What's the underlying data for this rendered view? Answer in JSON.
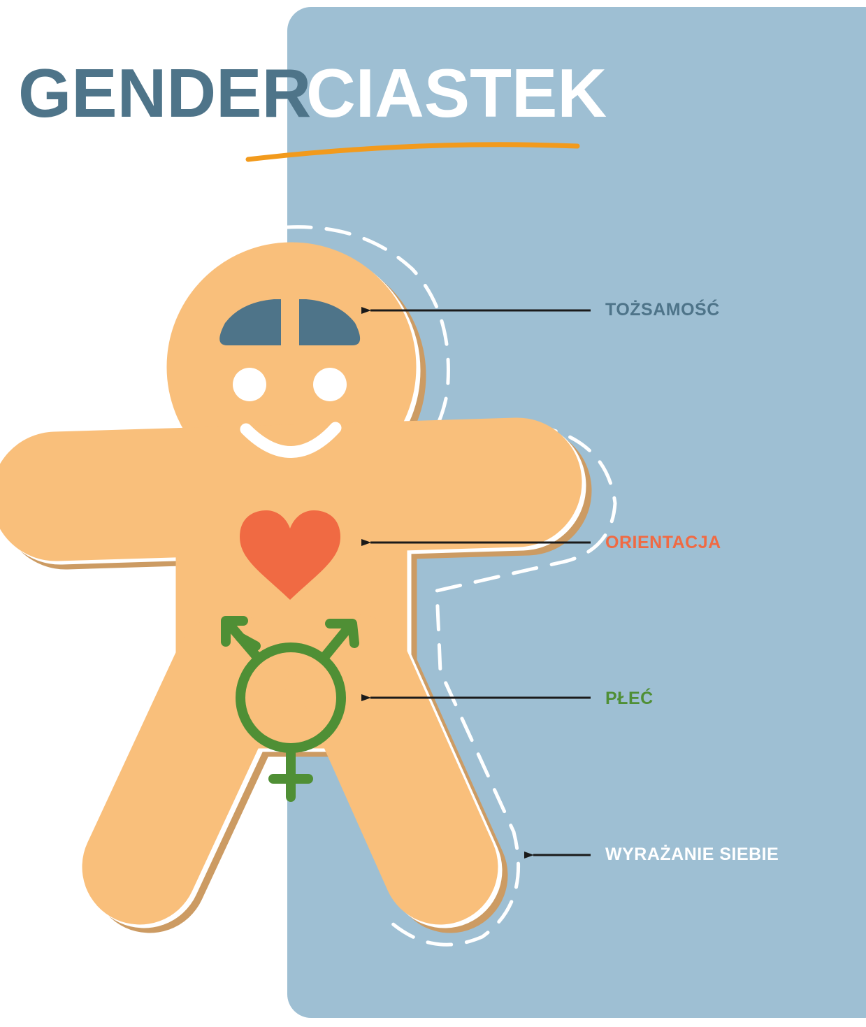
{
  "title": {
    "part1": "GENDER",
    "part2": "CIASTEK"
  },
  "labels": [
    {
      "key": "identity",
      "text": "TOŻSAMOŚĆ",
      "color": "#4e7489"
    },
    {
      "key": "orientation",
      "text": "ORIENTACJA",
      "color": "#f06a43"
    },
    {
      "key": "sex",
      "text": "PŁEĆ",
      "color": "#4f8f35"
    },
    {
      "key": "expression",
      "text": "WYRAŻANIE SIEBIE",
      "color": "#ffffff"
    }
  ],
  "colors": {
    "panel": "#9ebfd3",
    "title_dark": "#4e7489",
    "accent_underline": "#f29a1c",
    "cookie": "#f9bf7b",
    "cookie_shadow": "#cc9b63",
    "brain": "#4e7489",
    "heart": "#f06a43",
    "symbol": "#4f8f35"
  },
  "icons": [
    "brain-icon",
    "heart-icon",
    "transgender-symbol-icon",
    "dashed-outline"
  ]
}
